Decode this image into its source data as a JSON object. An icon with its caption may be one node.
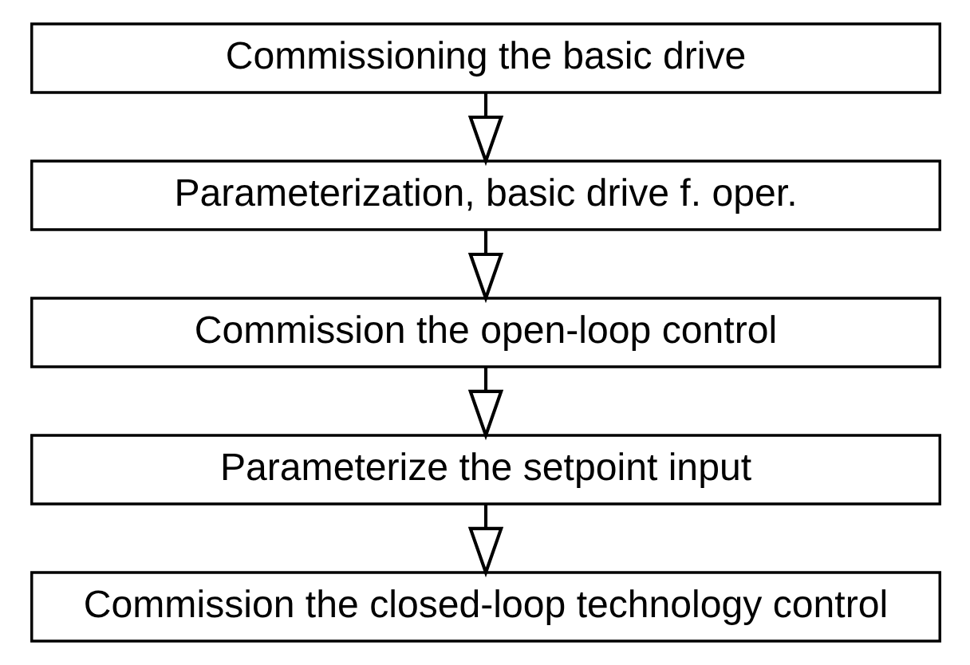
{
  "diagram": {
    "nodes": [
      {
        "text": [
          "Commissioning the basic drive"
        ]
      },
      {
        "text": [
          "Parameterization, basic drive f. oper."
        ]
      },
      {
        "text": [
          "Commission the open-loop control"
        ]
      },
      {
        "text": [
          "Parameterize the setpoint input"
        ]
      },
      {
        "text": [
          "Commission the closed-loop technology control"
        ]
      }
    ],
    "edges": [
      {
        "from": 0,
        "to": 1,
        "arrow": "to"
      },
      {
        "from": 1,
        "to": 2,
        "arrow": "to"
      },
      {
        "from": 2,
        "to": 3,
        "arrow": "to"
      },
      {
        "from": 3,
        "to": 4,
        "arrow": "to"
      }
    ]
  }
}
